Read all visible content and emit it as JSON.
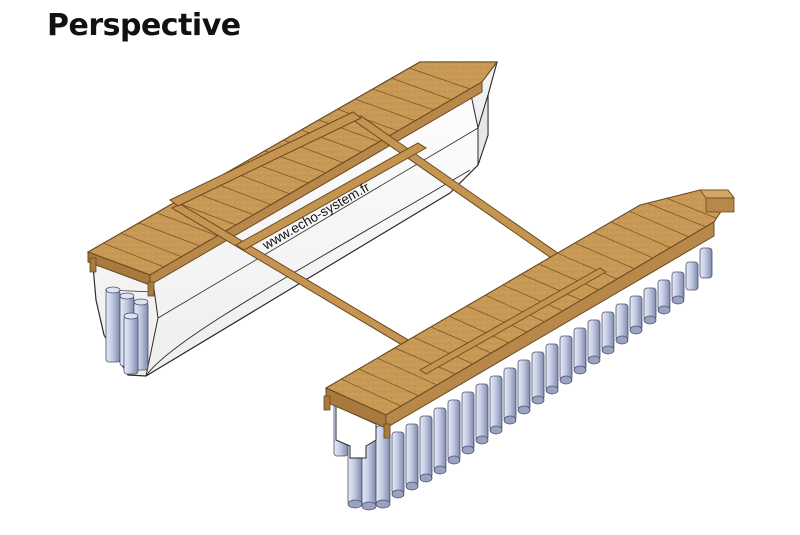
{
  "title": "Perspective",
  "watermark": "www.echo-system.fr",
  "colors": {
    "background": "#ffffff",
    "deck_wood": "#c99a55",
    "deck_wood_dark": "#9c7138",
    "hull": "#ffffff",
    "hull_shade": "#f3f3f3",
    "outline": "#2b2b2b",
    "tube": "#c9d0e4",
    "tube_dark": "#8e97b6"
  },
  "parts": [
    "left-hull",
    "left-deck",
    "left-float-tubes",
    "connecting-frame",
    "right-deck",
    "right-float-tubes"
  ]
}
